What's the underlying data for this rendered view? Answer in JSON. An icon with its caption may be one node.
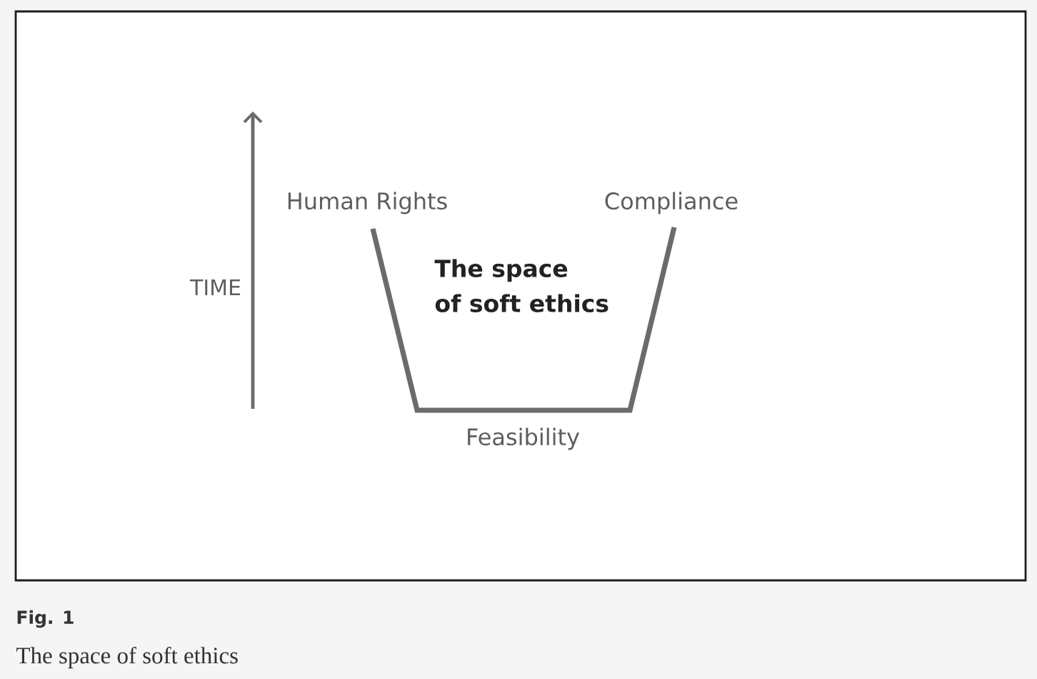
{
  "diagram": {
    "caption": "The space of soft ethics",
    "nodes": [
      {
        "text": [
          "The space of soft ethics"
        ],
        "beside": [
          "Human Rights",
          "Compliance",
          "Feasibility"
        ]
      }
    ],
    "labels": [
      "TIME",
      "Fig. 1"
    ]
  }
}
